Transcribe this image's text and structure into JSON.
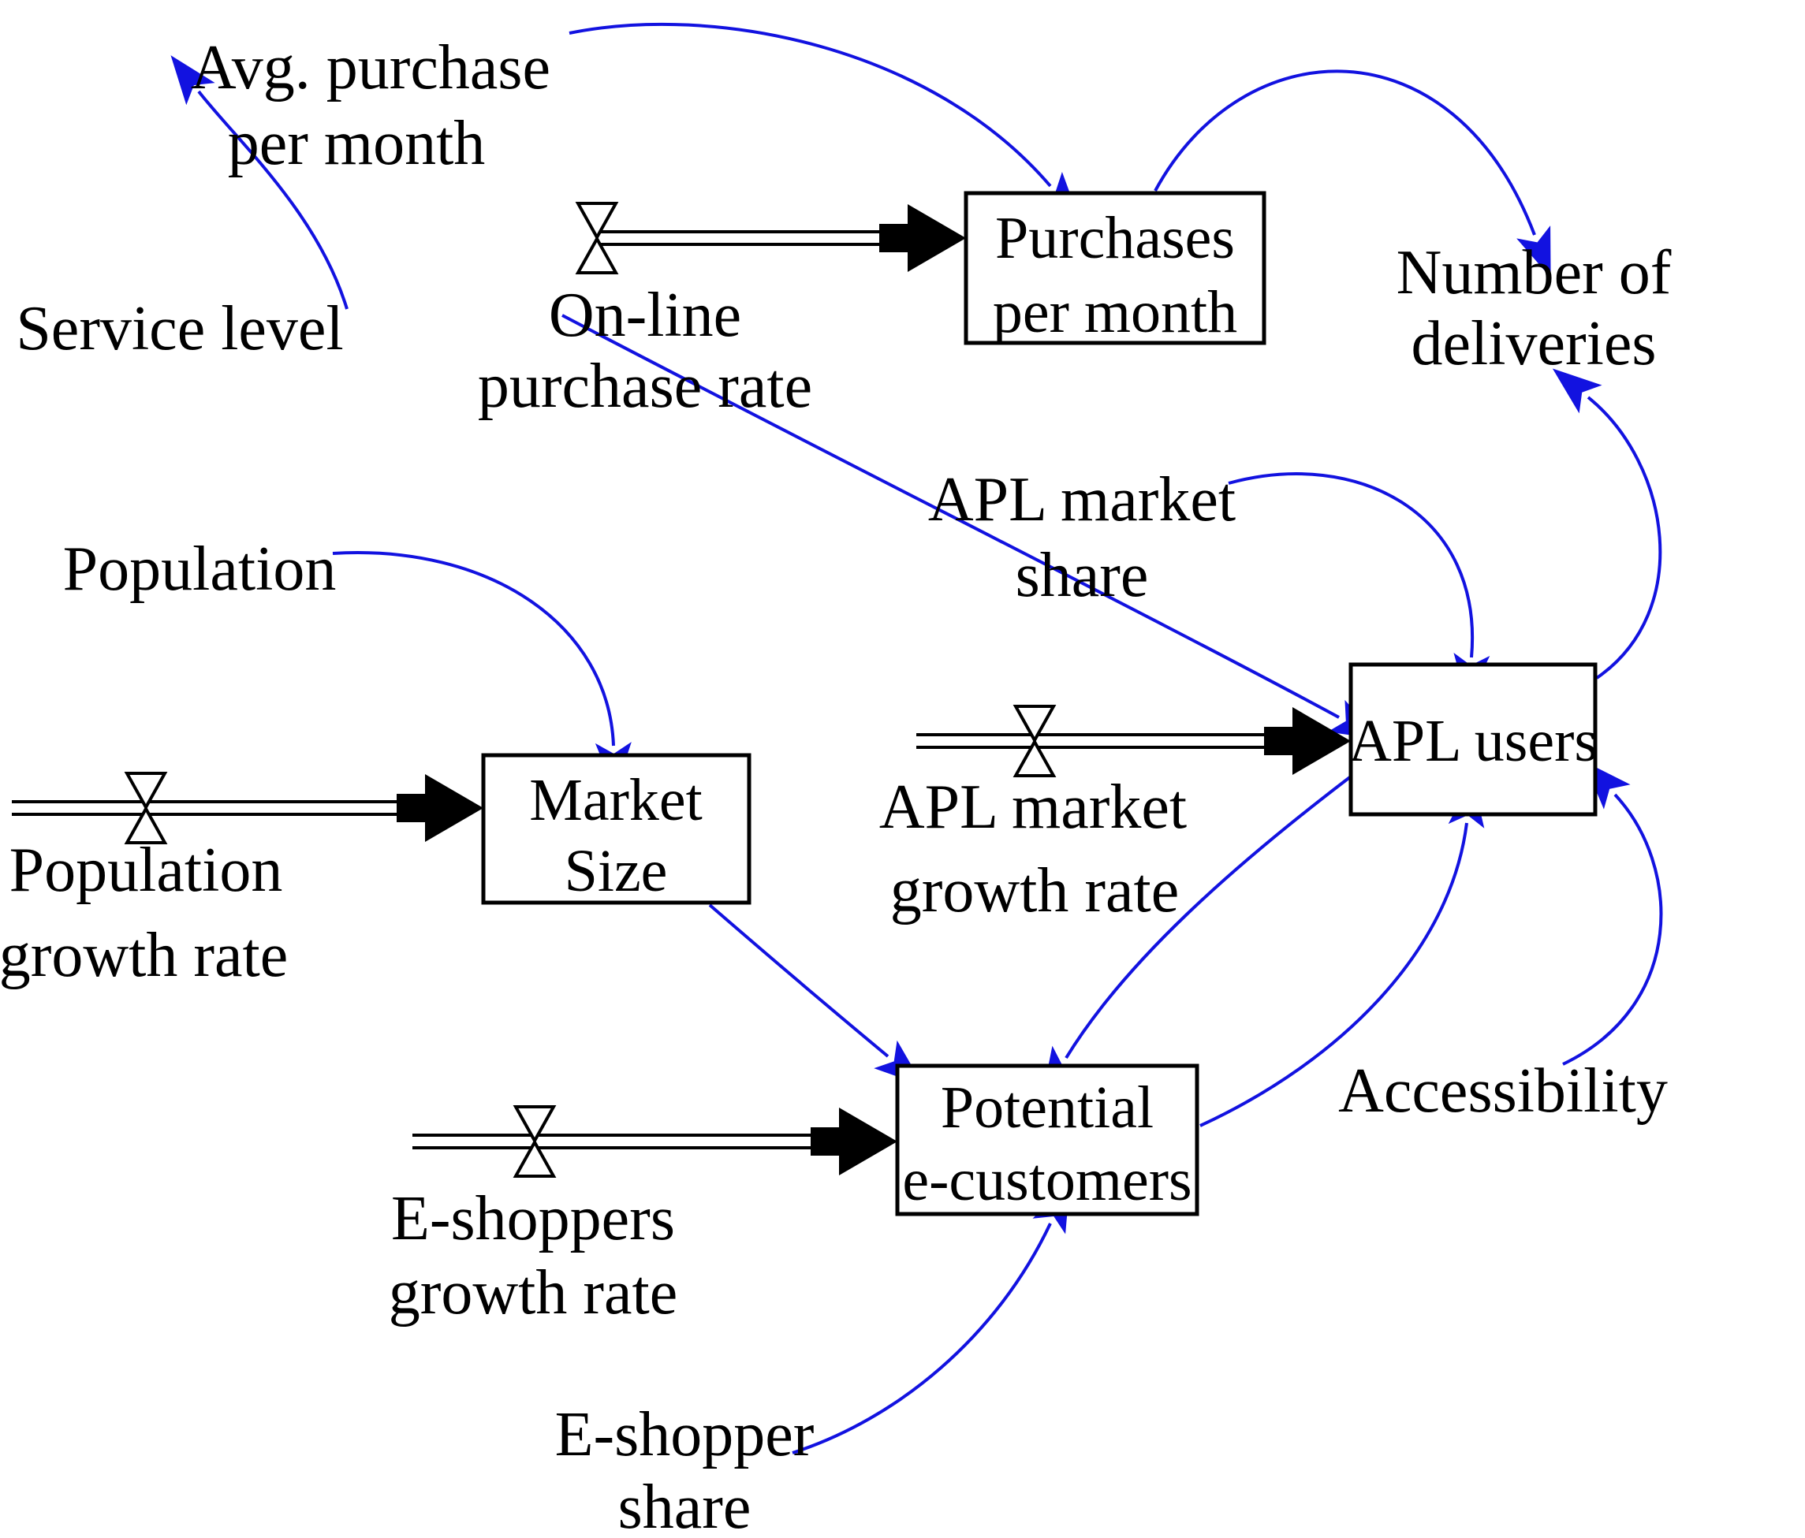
{
  "diagram": {
    "type": "stock-and-flow-diagram",
    "colors": {
      "influence_arrow": "#1212e0",
      "flow_pipe": "#000000",
      "stock_border": "#000000",
      "label_text": "#000000",
      "background": "#ffffff"
    },
    "stocks": [
      {
        "id": "purchases-per-month",
        "lines": [
          "Purchases",
          "per month"
        ]
      },
      {
        "id": "market-size",
        "lines": [
          "Market",
          "Size"
        ]
      },
      {
        "id": "apl-users",
        "lines": [
          "APL users"
        ]
      },
      {
        "id": "potential-e-customers",
        "lines": [
          "Potential",
          "e-customers"
        ]
      }
    ],
    "flow_rates": [
      {
        "id": "online-purchase-rate",
        "lines": [
          "On-line",
          "purchase rate"
        ],
        "flows_into": "Purchases per month"
      },
      {
        "id": "population-growth-rate",
        "lines": [
          "Population",
          "growth rate"
        ],
        "flows_into": "Market Size"
      },
      {
        "id": "apl-market-growth-rate",
        "lines": [
          "APL market",
          "growth rate"
        ],
        "flows_into": "APL users"
      },
      {
        "id": "e-shoppers-growth-rate",
        "lines": [
          "E-shoppers",
          "growth rate"
        ],
        "flows_into": "Potential e-customers"
      }
    ],
    "variables": [
      {
        "id": "avg-purchase-per-month",
        "lines": [
          "Avg. purchase",
          "per month"
        ]
      },
      {
        "id": "service-level",
        "lines": [
          "Service level"
        ]
      },
      {
        "id": "population",
        "lines": [
          "Population"
        ]
      },
      {
        "id": "number-of-deliveries",
        "lines": [
          "Number of",
          "deliveries"
        ]
      },
      {
        "id": "apl-market-share",
        "lines": [
          "APL market",
          "share"
        ]
      },
      {
        "id": "accessibility",
        "lines": [
          "Accessibility"
        ]
      },
      {
        "id": "e-shopper-share",
        "lines": [
          "E-shopper",
          "share"
        ]
      }
    ],
    "influences": [
      {
        "from": "Service level",
        "to": "Avg. purchase per month"
      },
      {
        "from": "Avg. purchase per month",
        "to": "Purchases per month"
      },
      {
        "from": "Purchases per month",
        "to": "Number of deliveries"
      },
      {
        "from": "Service level",
        "to": "APL users"
      },
      {
        "from": "Population",
        "to": "Market Size"
      },
      {
        "from": "Market Size",
        "to": "Potential e-customers"
      },
      {
        "from": "APL market share",
        "to": "APL users"
      },
      {
        "from": "APL users",
        "to": "Number of deliveries"
      },
      {
        "from": "APL users",
        "to": "Potential e-customers"
      },
      {
        "from": "Potential e-customers",
        "to": "APL users"
      },
      {
        "from": "Accessibility",
        "to": "APL users"
      },
      {
        "from": "E-shopper share",
        "to": "Potential e-customers"
      }
    ]
  }
}
